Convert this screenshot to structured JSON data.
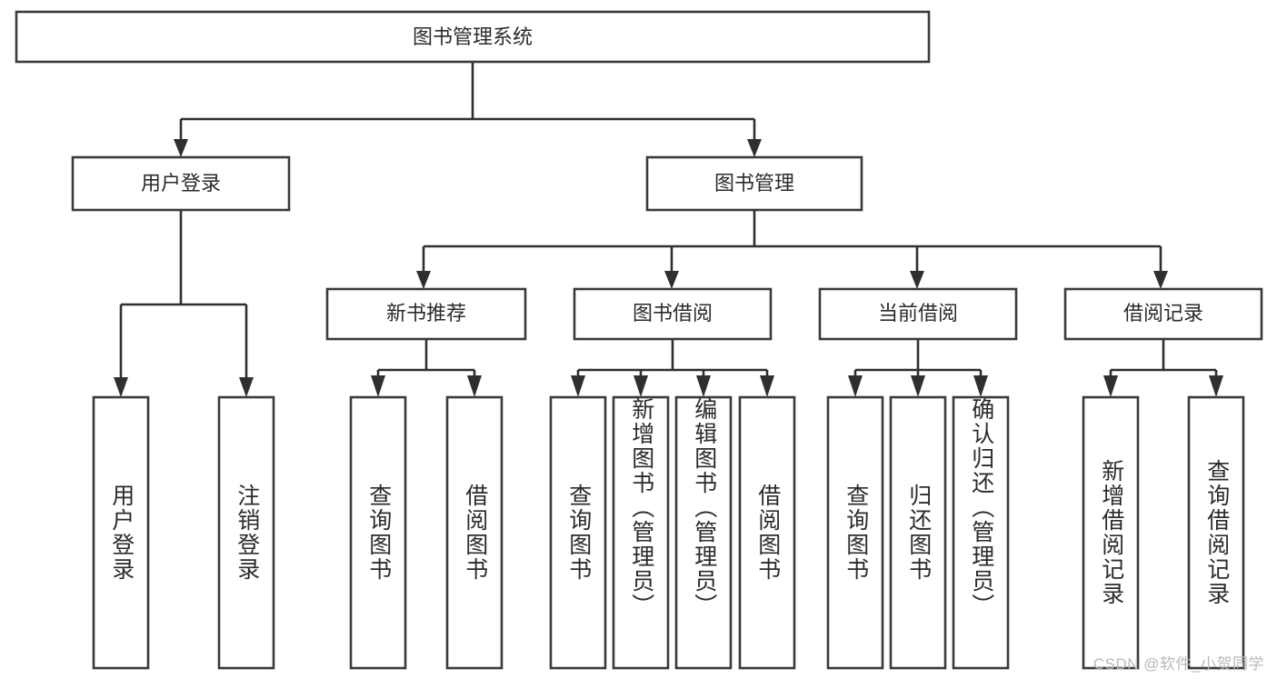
{
  "diagram": {
    "title": "图书管理系统",
    "type": "hierarchy-tree",
    "root": {
      "id": "root",
      "label": "图书管理系统"
    },
    "level2": [
      {
        "id": "user-login",
        "label": "用户登录"
      },
      {
        "id": "book-management",
        "label": "图书管理"
      }
    ],
    "level3": [
      {
        "id": "new-book-recommend",
        "label": "新书推荐",
        "parent": "book-management"
      },
      {
        "id": "book-borrow",
        "label": "图书借阅",
        "parent": "book-management"
      },
      {
        "id": "current-borrow",
        "label": "当前借阅",
        "parent": "book-management"
      },
      {
        "id": "borrow-record",
        "label": "借阅记录",
        "parent": "book-management"
      }
    ],
    "leaves": [
      {
        "id": "leaf-user-login",
        "label": "用户登录",
        "parent": "user-login"
      },
      {
        "id": "leaf-user-logout",
        "label": "注销登录",
        "parent": "user-login"
      },
      {
        "id": "leaf-query-book-1",
        "label": "查询图书",
        "parent": "new-book-recommend"
      },
      {
        "id": "leaf-borrow-book-1",
        "label": "借阅图书",
        "parent": "new-book-recommend"
      },
      {
        "id": "leaf-query-book-2",
        "label": "查询图书",
        "parent": "book-borrow"
      },
      {
        "id": "leaf-add-book",
        "label": "新增图书（管理员）",
        "parent": "book-borrow"
      },
      {
        "id": "leaf-edit-book",
        "label": "编辑图书（管理员）",
        "parent": "book-borrow"
      },
      {
        "id": "leaf-borrow-book-2",
        "label": "借阅图书",
        "parent": "book-borrow"
      },
      {
        "id": "leaf-query-book-3",
        "label": "查询图书",
        "parent": "current-borrow"
      },
      {
        "id": "leaf-return-book",
        "label": "归还图书",
        "parent": "current-borrow"
      },
      {
        "id": "leaf-confirm-return",
        "label": "确认归还（管理员）",
        "parent": "current-borrow"
      },
      {
        "id": "leaf-add-record",
        "label": "新增借阅记录",
        "parent": "borrow-record"
      },
      {
        "id": "leaf-query-record",
        "label": "查询借阅记录",
        "parent": "borrow-record"
      }
    ]
  },
  "watermark": {
    "text": "CSDN @软件_小贺同学"
  },
  "colors": {
    "box_stroke": "#3a3a3a",
    "connector": "#2f2f2f",
    "text": "#2b2b2b",
    "background": "#ffffff",
    "watermark": "#b9b9b9"
  }
}
